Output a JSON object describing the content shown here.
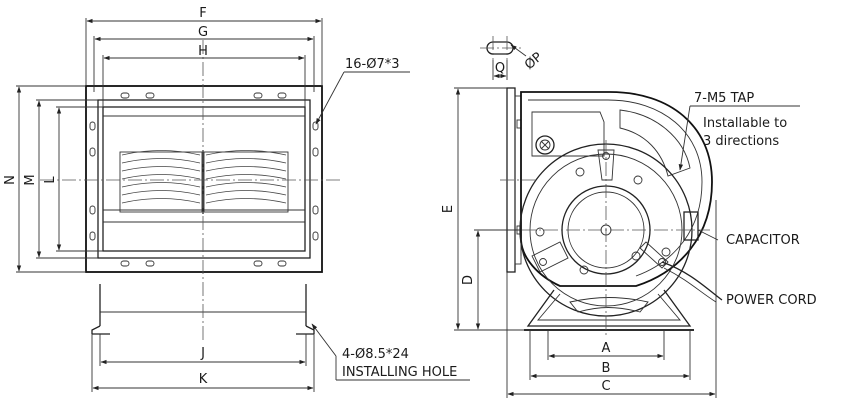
{
  "front_view": {
    "dims": {
      "F": "F",
      "G": "G",
      "H": "H",
      "N": "N",
      "M": "M",
      "L": "L",
      "J": "J",
      "K": "K"
    },
    "callouts": {
      "flange_holes": "16-Ø7*3",
      "installing_holes_line1": "4-Ø8.5*24",
      "installing_holes_line2": "INSTALLING HOLE"
    }
  },
  "side_view": {
    "dims": {
      "Q": "Q",
      "P": "ØP",
      "E": "E",
      "D": "D",
      "A": "A",
      "B": "B",
      "C": "C"
    },
    "callouts": {
      "tap_title": "7-M5 TAP",
      "tap_line2": "Installable to",
      "tap_line3": "3 directions",
      "capacitor": "CAPACITOR",
      "power_cord": "POWER CORD"
    }
  }
}
